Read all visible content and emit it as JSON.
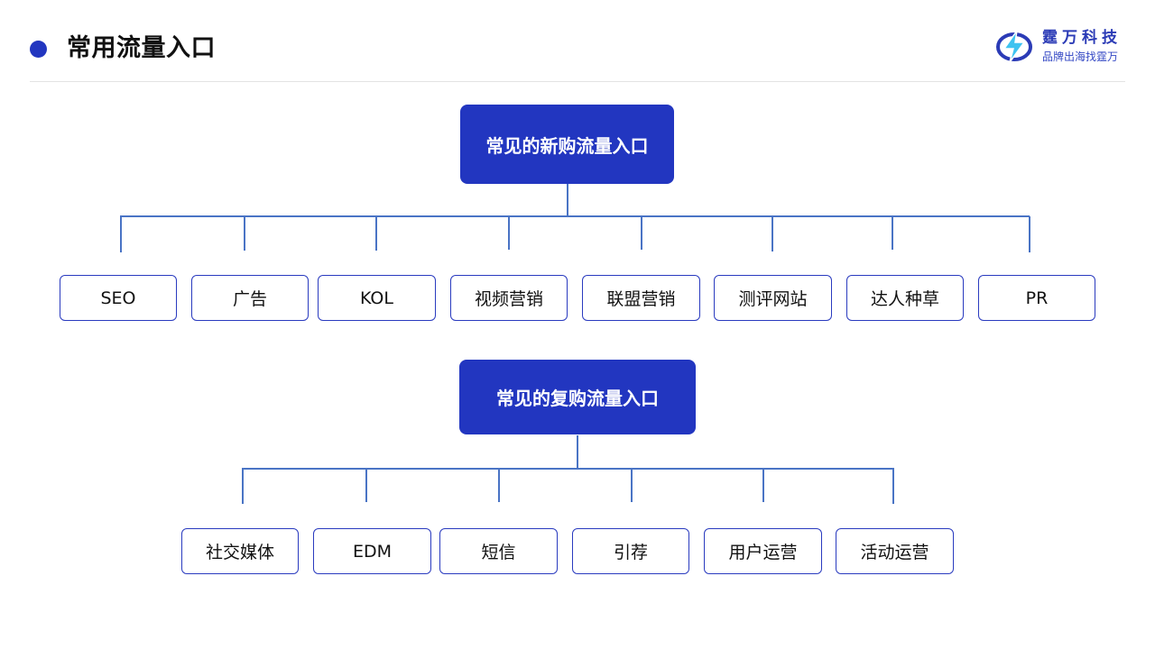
{
  "header": {
    "title": "常用流量入口"
  },
  "logo": {
    "name": "霆万科技",
    "slogan": "品牌出海找霆万",
    "colors": {
      "bolt": "#3fc3f0",
      "ring": "#2b3bb6"
    }
  },
  "colors": {
    "accent": "#2236c0",
    "connector": "#4a74c5"
  },
  "diagram": {
    "new_purchase": {
      "label": "常见的新购流量入口",
      "children": [
        "SEO",
        "广告",
        "KOL",
        "视频营销",
        "联盟营销",
        "测评网站",
        "达人种草",
        "PR"
      ]
    },
    "repurchase": {
      "label": "常见的复购流量入口",
      "children": [
        "社交媒体",
        "EDM",
        "短信",
        "引荐",
        "用户运营",
        "活动运营"
      ]
    }
  }
}
